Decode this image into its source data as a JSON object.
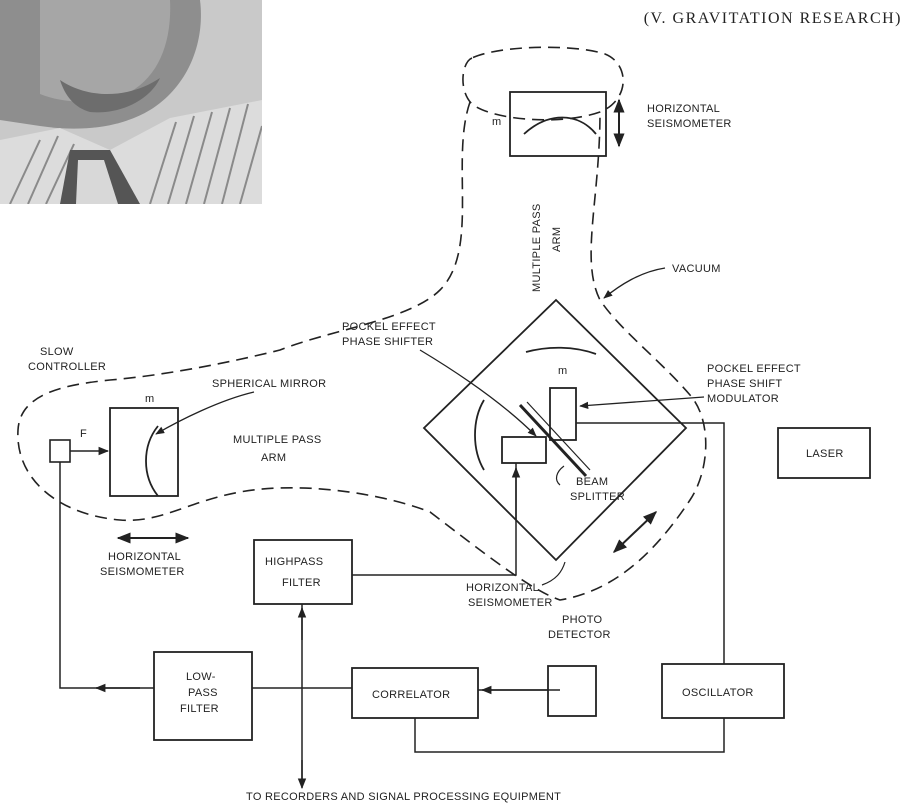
{
  "header": {
    "title": "(V. GRAVITATION RESEARCH)"
  },
  "photo": {
    "alt": "portrait photograph"
  },
  "labels": {
    "horizontal_seismometer_top": [
      "HORIZONTAL",
      "SEISMOMETER"
    ],
    "multiple_pass_arm_vertical": [
      "MULTIPLE PASS",
      "ARM"
    ],
    "vacuum": "VACUUM",
    "pockel_phase_shifter": [
      "POCKEL EFFECT",
      "PHASE SHIFTER"
    ],
    "slow_controller": [
      "SLOW",
      "CONTROLLER"
    ],
    "spherical_mirror": "SPHERICAL MIRROR",
    "pockel_modulator": [
      "POCKEL EFFECT",
      "PHASE SHIFT",
      "MODULATOR"
    ],
    "multiple_pass_arm_horizontal": [
      "MULTIPLE PASS",
      "ARM"
    ],
    "force": "F",
    "mass": "m",
    "laser": "LASER",
    "beam_splitter": [
      "BEAM",
      "SPLITTER"
    ],
    "horizontal_seismometer_left": [
      "HORIZONTAL",
      "SEISMOMETER"
    ],
    "highpass_filter": [
      "HIGHPASS",
      "FILTER"
    ],
    "horizontal_seismometer_bottom": [
      "HORIZONTAL",
      "SEISMOMETER"
    ],
    "photo_detector": [
      "PHOTO",
      "DETECTOR"
    ],
    "lowpass_filter": [
      "LOW-",
      "PASS",
      "FILTER"
    ],
    "correlator": "CORRELATOR",
    "oscillator": "OSCILLATOR",
    "recorders": "TO RECORDERS AND SIGNAL PROCESSING EQUIPMENT"
  }
}
